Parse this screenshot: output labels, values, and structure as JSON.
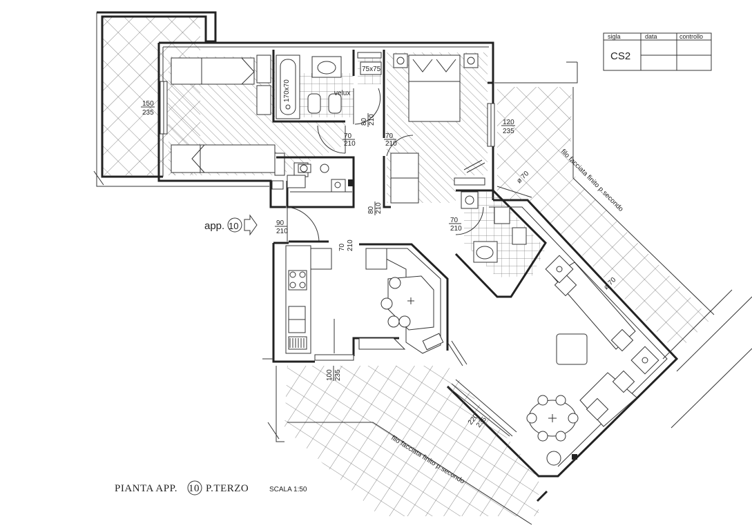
{
  "title_block": {
    "headers": [
      "sigla",
      "data",
      "controllo"
    ],
    "code": "CS2"
  },
  "title": {
    "prefix": "PIANTA APP.",
    "apt_number": "10",
    "suffix": "P.TERZO",
    "scale": "SCALA  1:50"
  },
  "entrance": {
    "label": "app.",
    "number": "10"
  },
  "labels": {
    "velux": "velux",
    "shower": "75x75",
    "bathtub": "170x70",
    "facade_upper": "filo facciata finito p.secondo",
    "facade_lower": "filo facciata finito p.secondo"
  },
  "dimensions": [
    {
      "id": "win-left-bedroom",
      "top": "150",
      "bottom": "235"
    },
    {
      "id": "win-master-bedroom",
      "top": "120",
      "bottom": "235"
    },
    {
      "id": "door-bath",
      "top": "80",
      "bottom": "210"
    },
    {
      "id": "door-left-bedroom",
      "top": "70",
      "bottom": "210"
    },
    {
      "id": "door-master-bedroom",
      "top": "70",
      "bottom": "210"
    },
    {
      "id": "door-closet",
      "top": "80",
      "bottom": "210"
    },
    {
      "id": "door-entrance",
      "top": "90",
      "bottom": "210"
    },
    {
      "id": "door-kitchen",
      "top": "70",
      "bottom": "210"
    },
    {
      "id": "door-second-bath",
      "top": "70",
      "bottom": "210"
    },
    {
      "id": "win-kitchen",
      "top": "100",
      "bottom": "235"
    },
    {
      "id": "win-living",
      "top": "220",
      "bottom": "235"
    }
  ],
  "diameters": [
    {
      "id": "round-window-upper",
      "text": "ø 70"
    },
    {
      "id": "round-window-lower",
      "text": "ø 70"
    }
  ]
}
